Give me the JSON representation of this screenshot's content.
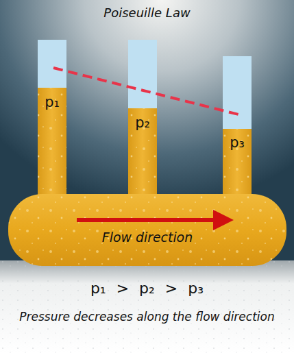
{
  "diagram": {
    "title": "Poiseuille Law",
    "caption": "Pressure decreases along the flow direction",
    "nodes": [
      {
        "text": [
          "p₁"
        ]
      },
      {
        "text": [
          "p₂"
        ]
      },
      {
        "text": [
          "p₃"
        ]
      },
      {
        "text": [
          "Flow direction"
        ]
      }
    ],
    "labels": [
      "p₁ > p₂ > p₃"
    ]
  }
}
